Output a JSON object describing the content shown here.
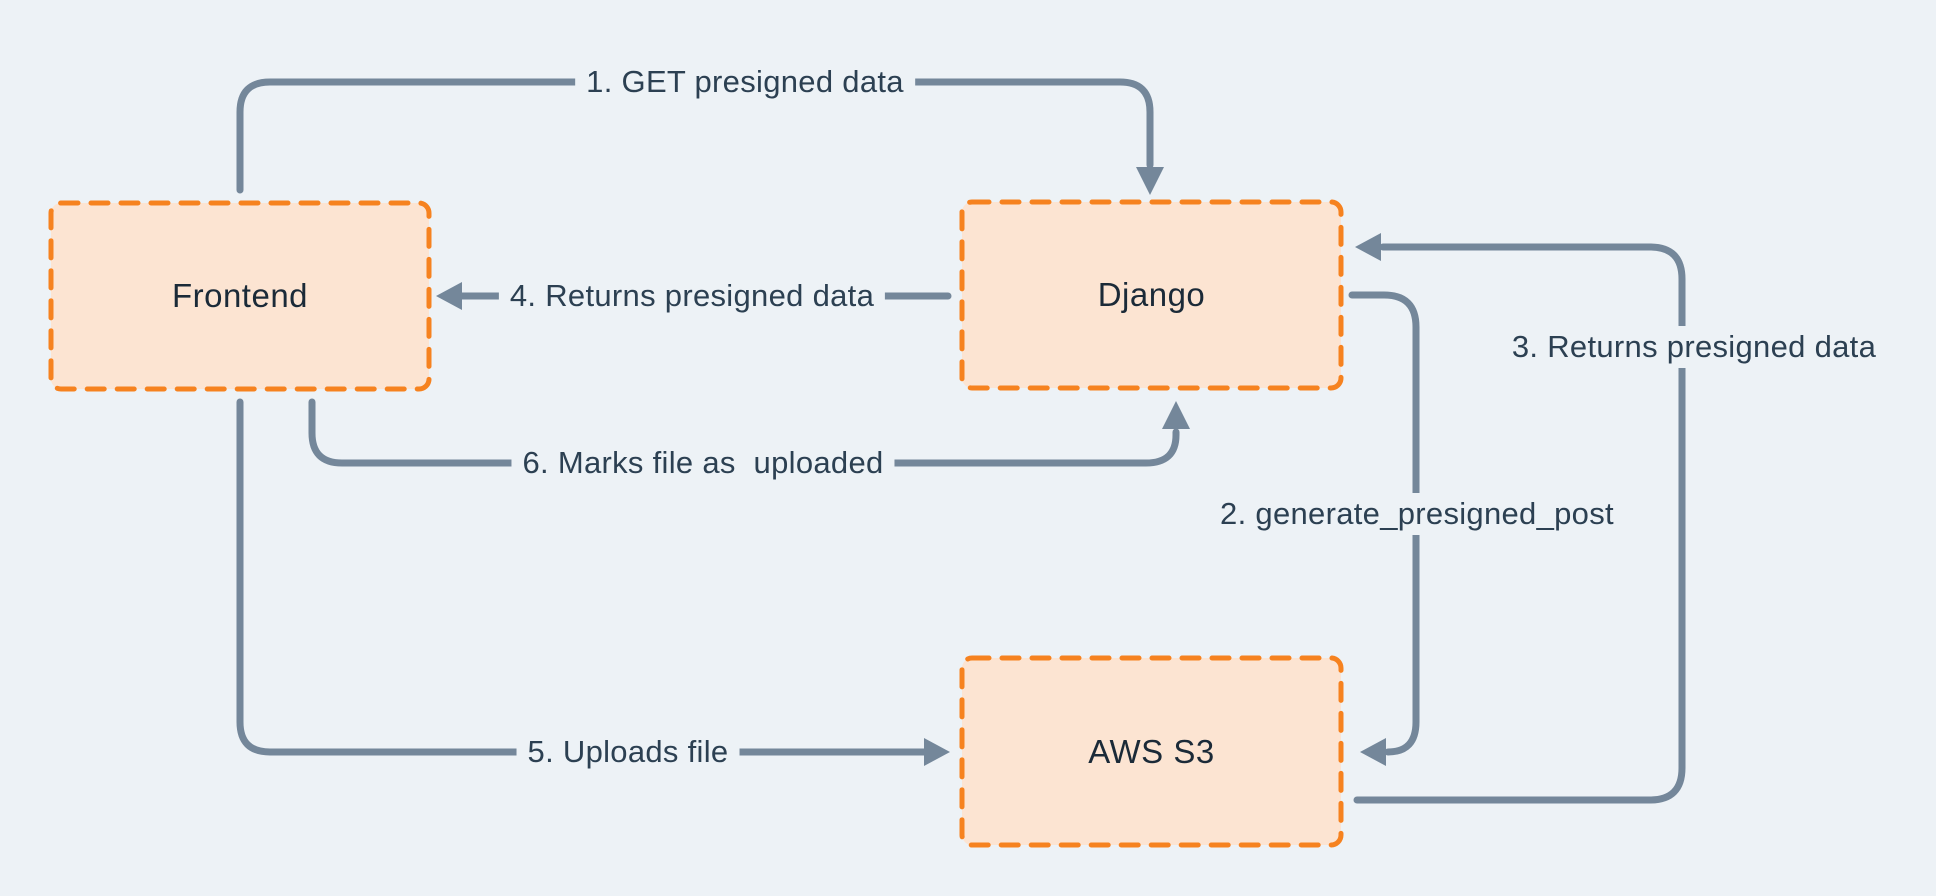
{
  "nodes": {
    "frontend": {
      "label": "Frontend"
    },
    "django": {
      "label": "Django"
    },
    "aws_s3": {
      "label": "AWS S3"
    }
  },
  "edges": [
    {
      "id": "get-presigned-data",
      "label": "1. GET presigned data",
      "from": "frontend",
      "to": "django"
    },
    {
      "id": "generate-presigned-post",
      "label": "2. generate_presigned_post",
      "from": "django",
      "to": "aws_s3"
    },
    {
      "id": "returns-presigned-data-to-django",
      "label": "3. Returns presigned data",
      "from": "aws_s3",
      "to": "django"
    },
    {
      "id": "returns-presigned-data-to-frontend",
      "label": "4. Returns presigned data",
      "from": "django",
      "to": "frontend"
    },
    {
      "id": "uploads-file",
      "label": "5. Uploads file",
      "from": "frontend",
      "to": "aws_s3"
    },
    {
      "id": "marks-file-uploaded",
      "label": "6. Marks file as  uploaded",
      "from": "frontend",
      "to": "django"
    }
  ],
  "colors": {
    "background": "#EDF2F6",
    "node_fill": "#FCE4D2",
    "node_border": "#F6821F",
    "connector": "#74879A",
    "edge_label_text": "#2C4052",
    "node_label_text": "#1B2A38"
  }
}
